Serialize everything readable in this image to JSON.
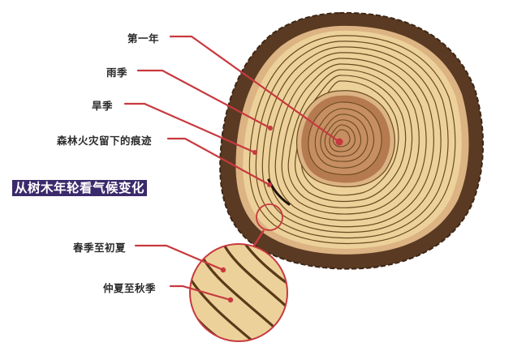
{
  "title": "从树木年轮看气候变化",
  "labels": {
    "first_year": "第一年",
    "rainy_season": "雨季",
    "dry_season": "旱季",
    "fire_scar": "森林火灾留下的痕迹",
    "spring_early_summer": "春季至初夏",
    "midsummer_autumn": "仲夏至秋季"
  },
  "colors": {
    "bark": "#5a3a22",
    "sapwood_light": "#ecd29a",
    "sapwood_edge": "#dcb383",
    "heartwood": "#b57a4f",
    "heartwood_light": "#c68e62",
    "ring_line": "#6b4a20",
    "leader_line": "#c8393f",
    "title_bg": "#3b2a6b",
    "title_text": "#ffffff"
  }
}
